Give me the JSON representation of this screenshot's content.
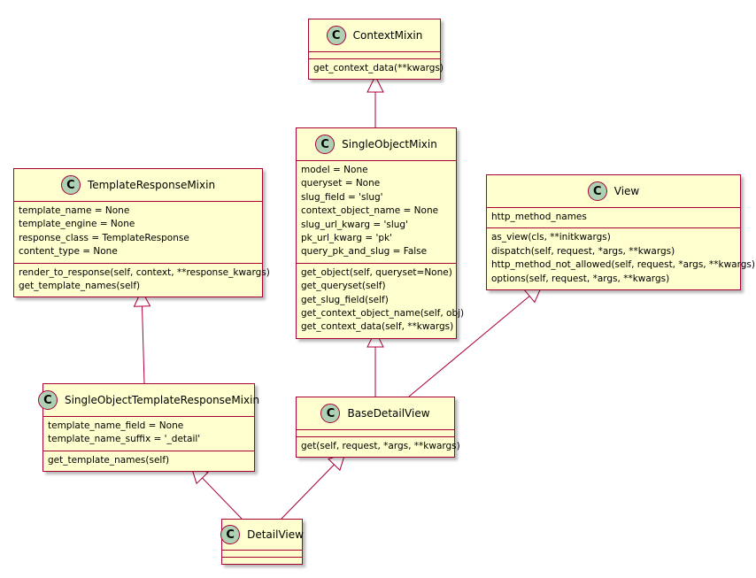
{
  "classes": [
    {
      "key": "context_mixin",
      "stereotype": "C",
      "name": "ContextMixin",
      "attributes": [],
      "methods": [
        "get_context_data(**kwargs)"
      ]
    },
    {
      "key": "single_object_mixin",
      "stereotype": "C",
      "name": "SingleObjectMixin",
      "attributes": [
        "model = None",
        "queryset = None",
        "slug_field = 'slug'",
        "context_object_name = None",
        "slug_url_kwarg = 'slug'",
        "pk_url_kwarg = 'pk'",
        "query_pk_and_slug = False"
      ],
      "methods": [
        "get_object(self, queryset=None)",
        "get_queryset(self)",
        "get_slug_field(self)",
        "get_context_object_name(self, obj)",
        "get_context_data(self, **kwargs)"
      ]
    },
    {
      "key": "template_response_mixin",
      "stereotype": "C",
      "name": "TemplateResponseMixin",
      "attributes": [
        "template_name = None",
        "template_engine = None",
        "response_class = TemplateResponse",
        "content_type = None"
      ],
      "methods": [
        "render_to_response(self, context, **response_kwargs)",
        "get_template_names(self)"
      ]
    },
    {
      "key": "view",
      "stereotype": "C",
      "name": "View",
      "attributes": [
        "http_method_names"
      ],
      "methods": [
        "as_view(cls, **initkwargs)",
        "dispatch(self, request, *args, **kwargs)",
        "http_method_not_allowed(self, request, *args, **kwargs)",
        "options(self, request, *args, **kwargs)"
      ]
    },
    {
      "key": "single_object_template_response_mixin",
      "stereotype": "C",
      "name": "SingleObjectTemplateResponseMixin",
      "attributes": [
        "template_name_field = None",
        "template_name_suffix = '_detail'"
      ],
      "methods": [
        "get_template_names(self)"
      ]
    },
    {
      "key": "base_detail_view",
      "stereotype": "C",
      "name": "BaseDetailView",
      "attributes": [],
      "methods": [
        "get(self, request, *args, **kwargs)"
      ]
    },
    {
      "key": "detail_view",
      "stereotype": "C",
      "name": "DetailView",
      "attributes": [],
      "methods": []
    }
  ],
  "inheritance": [
    {
      "child": "single_object_mixin",
      "parent": "context_mixin"
    },
    {
      "child": "single_object_template_response_mixin",
      "parent": "template_response_mixin"
    },
    {
      "child": "base_detail_view",
      "parent": "single_object_mixin"
    },
    {
      "child": "base_detail_view",
      "parent": "view"
    },
    {
      "child": "detail_view",
      "parent": "single_object_template_response_mixin"
    },
    {
      "child": "detail_view",
      "parent": "base_detail_view"
    }
  ],
  "colors": {
    "fill": "#FEFECE",
    "border": "#A80036",
    "badge": "#ADD1B2",
    "edge": "#A80036"
  }
}
